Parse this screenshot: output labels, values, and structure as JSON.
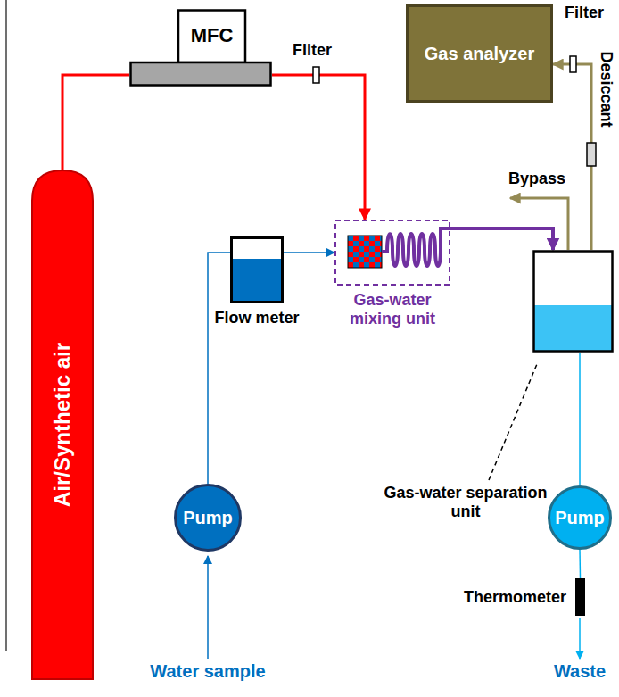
{
  "diagram": {
    "nodes": [
      {
        "text": [
          "MFC"
        ]
      },
      {
        "text": [
          "Gas analyzer"
        ]
      },
      {
        "text": [
          "Flow meter"
        ]
      },
      {
        "text": [
          "Gas-water mixing unit"
        ]
      },
      {
        "text": [
          "Gas-water separation unit"
        ]
      },
      {
        "text": [
          "Air/Synthetic air"
        ]
      },
      {
        "text": [
          "Pump"
        ]
      },
      {
        "text": [
          "Pump"
        ]
      },
      {
        "text": [
          "Thermometer"
        ]
      }
    ],
    "edges": [
      {
        "from": 5,
        "to": 0,
        "arrow": "none"
      },
      {
        "from": 0,
        "to": 3,
        "arrow": "to"
      },
      {
        "from": 6,
        "to": 2,
        "arrow": "none"
      },
      {
        "from": 2,
        "to": 3,
        "arrow": "to"
      },
      {
        "from": 3,
        "to": 4,
        "arrow": "to"
      },
      {
        "from": 4,
        "to": 1,
        "arrow": "to"
      },
      {
        "from": 4,
        "to": 7,
        "arrow": "none"
      },
      {
        "from": 7,
        "to": 8,
        "arrow": "none"
      }
    ],
    "labels": [
      "Filter",
      "Filter",
      "Bypass",
      "Desiccant",
      "Water sample",
      "Waste"
    ]
  }
}
